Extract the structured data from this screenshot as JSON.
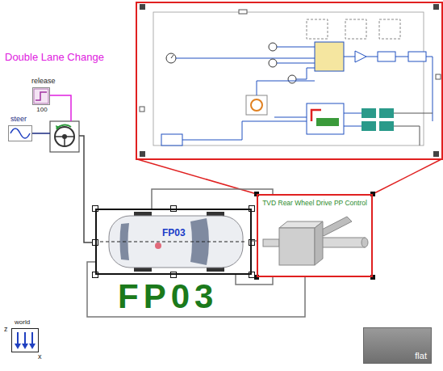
{
  "diagram": {
    "title": "Double Lane Change",
    "nodes": [
      {
        "text": [
          "release",
          "100"
        ]
      },
      {
        "text": [
          "steer"
        ]
      },
      {
        "text": [
          "FP03",
          "FP03"
        ]
      },
      {
        "text": [
          "TVD Rear Wheel Drive PP Control"
        ]
      },
      {
        "text": [
          "world",
          "z",
          "x"
        ]
      },
      {
        "text": [
          "flat"
        ]
      }
    ],
    "edges": [
      {
        "from": 2,
        "to": 3,
        "arrow": "none"
      },
      {
        "from": 2,
        "to": 3,
        "arrow": "none"
      },
      {
        "from": 2,
        "to": 3,
        "arrow": "none"
      },
      {
        "from": 2,
        "to": 3,
        "arrow": "none"
      }
    ]
  }
}
